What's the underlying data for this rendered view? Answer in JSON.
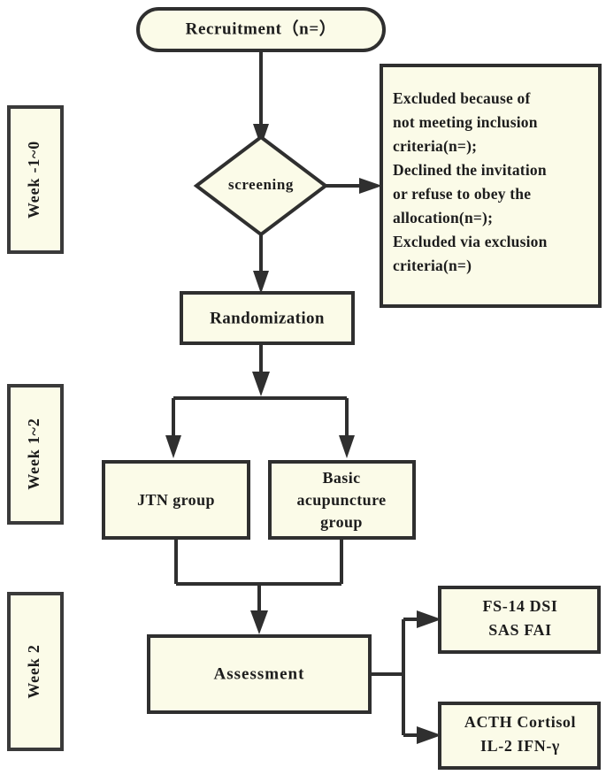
{
  "diagram": {
    "title": "Clinical trial CONSORT-style flow diagram",
    "colors": {
      "node_fill": "#fbfbe8",
      "node_stroke": "#2f2f2f",
      "background": "#ffffff",
      "text": "#1d1d1d"
    }
  },
  "timeline": {
    "labels": [
      {
        "id": "week-minus1-0",
        "text": "Week -1~0"
      },
      {
        "id": "week-1-2",
        "text": "Week 1~2"
      },
      {
        "id": "week-2",
        "text": "Week 2"
      }
    ]
  },
  "nodes": {
    "recruitment": {
      "label": "Recruitment（n=）",
      "shape": "rounded-pill"
    },
    "screening": {
      "label": "screening",
      "shape": "diamond"
    },
    "excluded": {
      "shape": "rectangle",
      "lines": [
        "Excluded because of",
        "not meeting inclusion",
        "criteria(n=);",
        "Declined the invitation",
        "or refuse to obey the",
        "allocation(n=);",
        "Excluded via exclusion",
        "criteria(n=)"
      ]
    },
    "randomization": {
      "label": "Randomization",
      "shape": "rectangle"
    },
    "jtn_group": {
      "label": "JTN group",
      "shape": "rectangle"
    },
    "basic_acupuncture_group": {
      "shape": "rectangle",
      "lines": [
        "Basic",
        "acupuncture",
        "group"
      ]
    },
    "assessment": {
      "label": "Assessment",
      "shape": "rectangle"
    },
    "outcome_scales": {
      "shape": "rectangle",
      "lines": [
        "FS-14 DSI",
        "SAS FAI"
      ]
    },
    "outcome_biomarkers": {
      "shape": "rectangle",
      "lines": [
        "ACTH Cortisol",
        "IL-2 IFN-γ"
      ]
    }
  },
  "chart_data": {
    "type": "diagram",
    "title": "Clinical trial flow diagram",
    "nodes": [
      {
        "id": "recruitment",
        "label": "Recruitment（n=）",
        "shape": "rounded-pill",
        "stage": "Week -1~0"
      },
      {
        "id": "screening",
        "label": "screening",
        "shape": "diamond",
        "stage": "Week -1~0"
      },
      {
        "id": "excluded",
        "label": "Excluded because of not meeting inclusion criteria(n=); Declined the invitation or refuse to obey the allocation(n=); Excluded via exclusion criteria(n=)",
        "shape": "rectangle",
        "stage": "Week -1~0"
      },
      {
        "id": "randomization",
        "label": "Randomization",
        "shape": "rectangle",
        "stage": "Week -1~0"
      },
      {
        "id": "jtn_group",
        "label": "JTN group",
        "shape": "rectangle",
        "stage": "Week 1~2"
      },
      {
        "id": "basic_acupuncture_group",
        "label": "Basic acupuncture group",
        "shape": "rectangle",
        "stage": "Week 1~2"
      },
      {
        "id": "assessment",
        "label": "Assessment",
        "shape": "rectangle",
        "stage": "Week 2"
      },
      {
        "id": "outcome_scales",
        "label": "FS-14 DSI SAS FAI",
        "shape": "rectangle",
        "stage": "Week 2"
      },
      {
        "id": "outcome_biomarkers",
        "label": "ACTH Cortisol IL-2 IFN-γ",
        "shape": "rectangle",
        "stage": "Week 2"
      }
    ],
    "edges": [
      {
        "from": "recruitment",
        "to": "screening",
        "direction": "down"
      },
      {
        "from": "screening",
        "to": "excluded",
        "direction": "right"
      },
      {
        "from": "screening",
        "to": "randomization",
        "direction": "down"
      },
      {
        "from": "randomization",
        "to": "jtn_group",
        "direction": "down-split-left"
      },
      {
        "from": "randomization",
        "to": "basic_acupuncture_group",
        "direction": "down-split-right"
      },
      {
        "from": "jtn_group",
        "to": "assessment",
        "direction": "down-merge"
      },
      {
        "from": "basic_acupuncture_group",
        "to": "assessment",
        "direction": "down-merge"
      },
      {
        "from": "assessment",
        "to": "outcome_scales",
        "direction": "right-split-up"
      },
      {
        "from": "assessment",
        "to": "outcome_biomarkers",
        "direction": "right-split-down"
      }
    ]
  }
}
